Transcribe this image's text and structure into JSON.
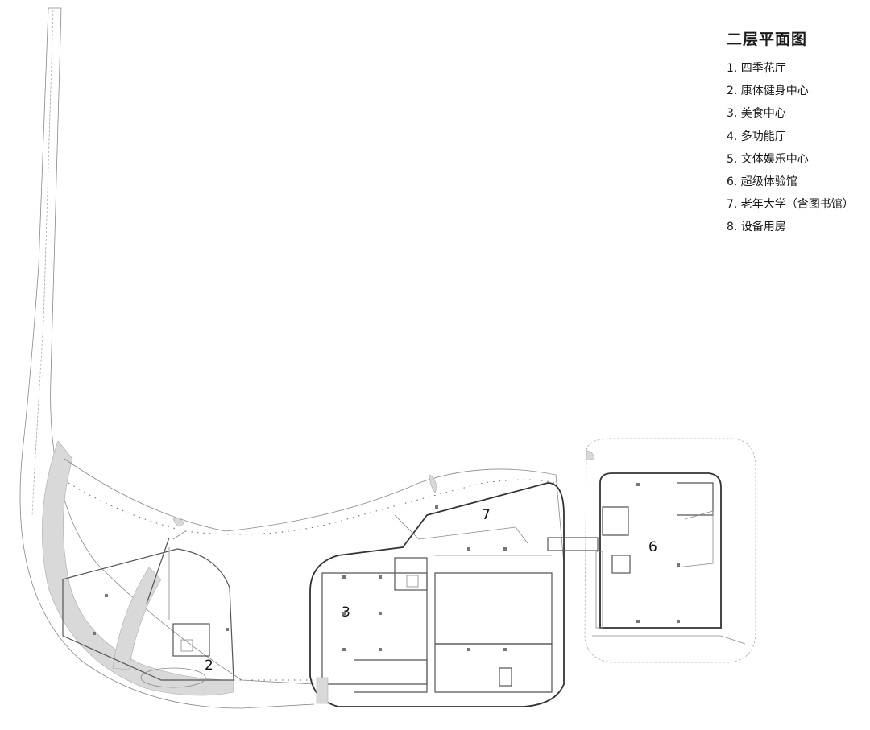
{
  "legend": {
    "title": "二层平面图",
    "items": [
      "1. 四季花厅",
      "2. 康体健身中心",
      "3. 美食中心",
      "4. 多功能厅",
      "5. 文体娱乐中心",
      "6. 超级体验馆",
      "7. 老年大学（含图书馆）",
      "8. 设备用房"
    ]
  },
  "plan_labels": {
    "room_2": "2",
    "room_3": "3",
    "room_6": "6",
    "room_7": "7"
  }
}
